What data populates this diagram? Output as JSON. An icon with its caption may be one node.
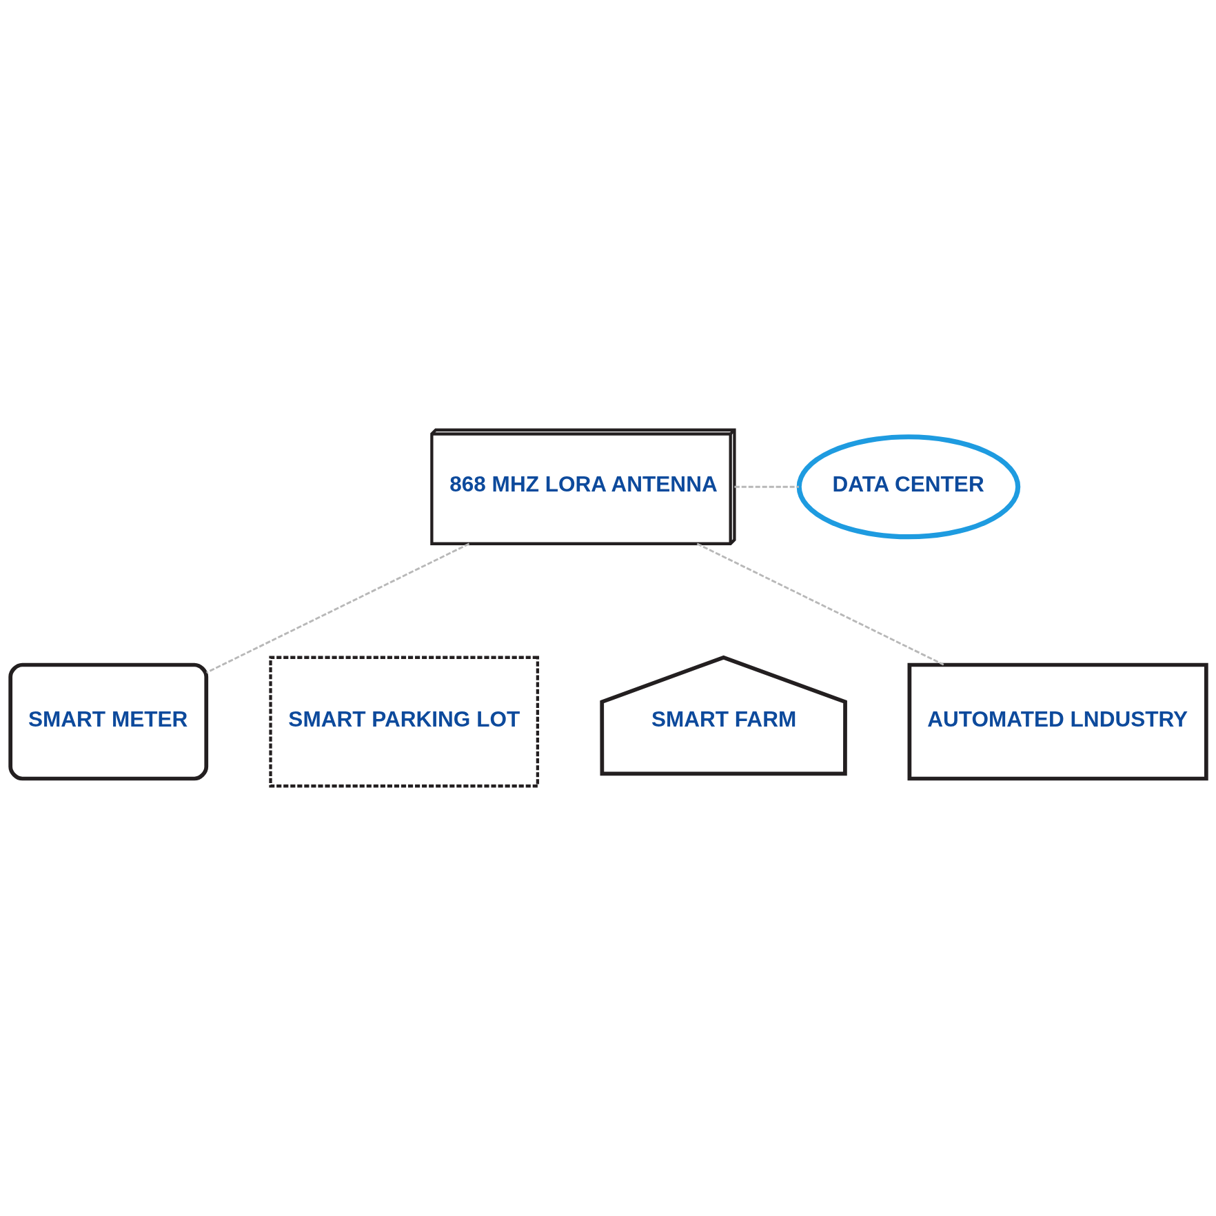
{
  "diagram": {
    "nodes": [
      {
        "text": [
          "868 MHZ LORA ANTENNA"
        ]
      },
      {
        "text": [
          "DATA CENTER"
        ]
      },
      {
        "text": [
          "SMART METER"
        ]
      },
      {
        "text": [
          "SMART PARKING LOT"
        ]
      },
      {
        "text": [
          "SMART FARM"
        ]
      },
      {
        "text": [
          "AUTOMATED LNDUSTRY"
        ]
      }
    ],
    "edges": [
      {
        "from": 0,
        "to": 1,
        "arrow": "none",
        "style": "dashed"
      },
      {
        "from": 0,
        "to": 2,
        "arrow": "none",
        "style": "dashed"
      },
      {
        "from": 0,
        "to": 5,
        "arrow": "none",
        "style": "dashed"
      }
    ]
  }
}
